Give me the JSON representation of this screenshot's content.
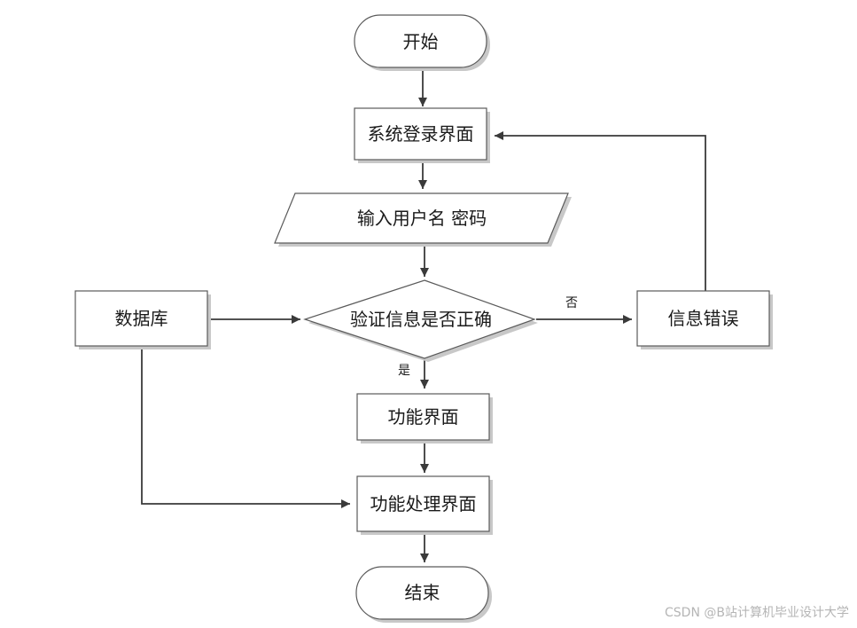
{
  "diagram": {
    "nodes": {
      "start": "开始",
      "login_page": "系统登录界面",
      "input_credentials": "输入用户名 密码",
      "verify_info": "验证信息是否正确",
      "database": "数据库",
      "info_error": "信息错误",
      "function_page": "功能界面",
      "function_process_page": "功能处理界面",
      "end": "结束"
    },
    "edge_labels": {
      "no": "否",
      "yes": "是"
    }
  },
  "watermark": "CSDN @B站计算机毕业设计大学"
}
